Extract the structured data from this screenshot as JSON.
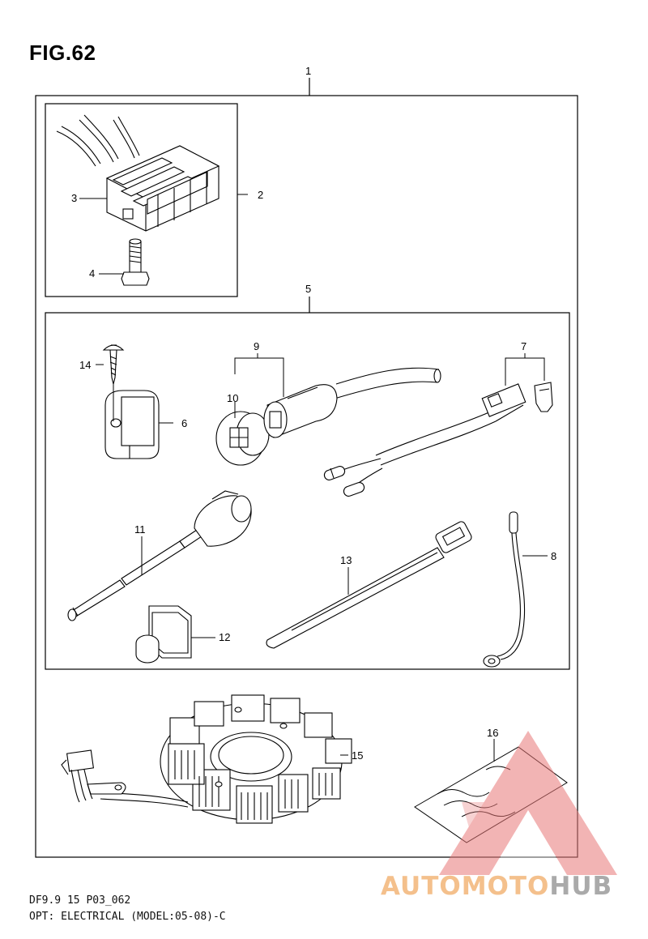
{
  "figure": {
    "title": "FIG.62",
    "footer_code": "DF9.9 15 P03_062",
    "footer_caption": "OPT: ELECTRICAL (MODEL:05-08)-C"
  },
  "callouts": [
    "1",
    "2",
    "3",
    "4",
    "5",
    "6",
    "7",
    "8",
    "9",
    "10",
    "11",
    "12",
    "13",
    "14",
    "15",
    "16"
  ],
  "watermark": {
    "text_part1": "AUTOMOTO",
    "text_part2": "HUB",
    "color_light": "#f4c08c",
    "color_gray": "#aaaaaa",
    "triangle_color": "#e87878"
  }
}
